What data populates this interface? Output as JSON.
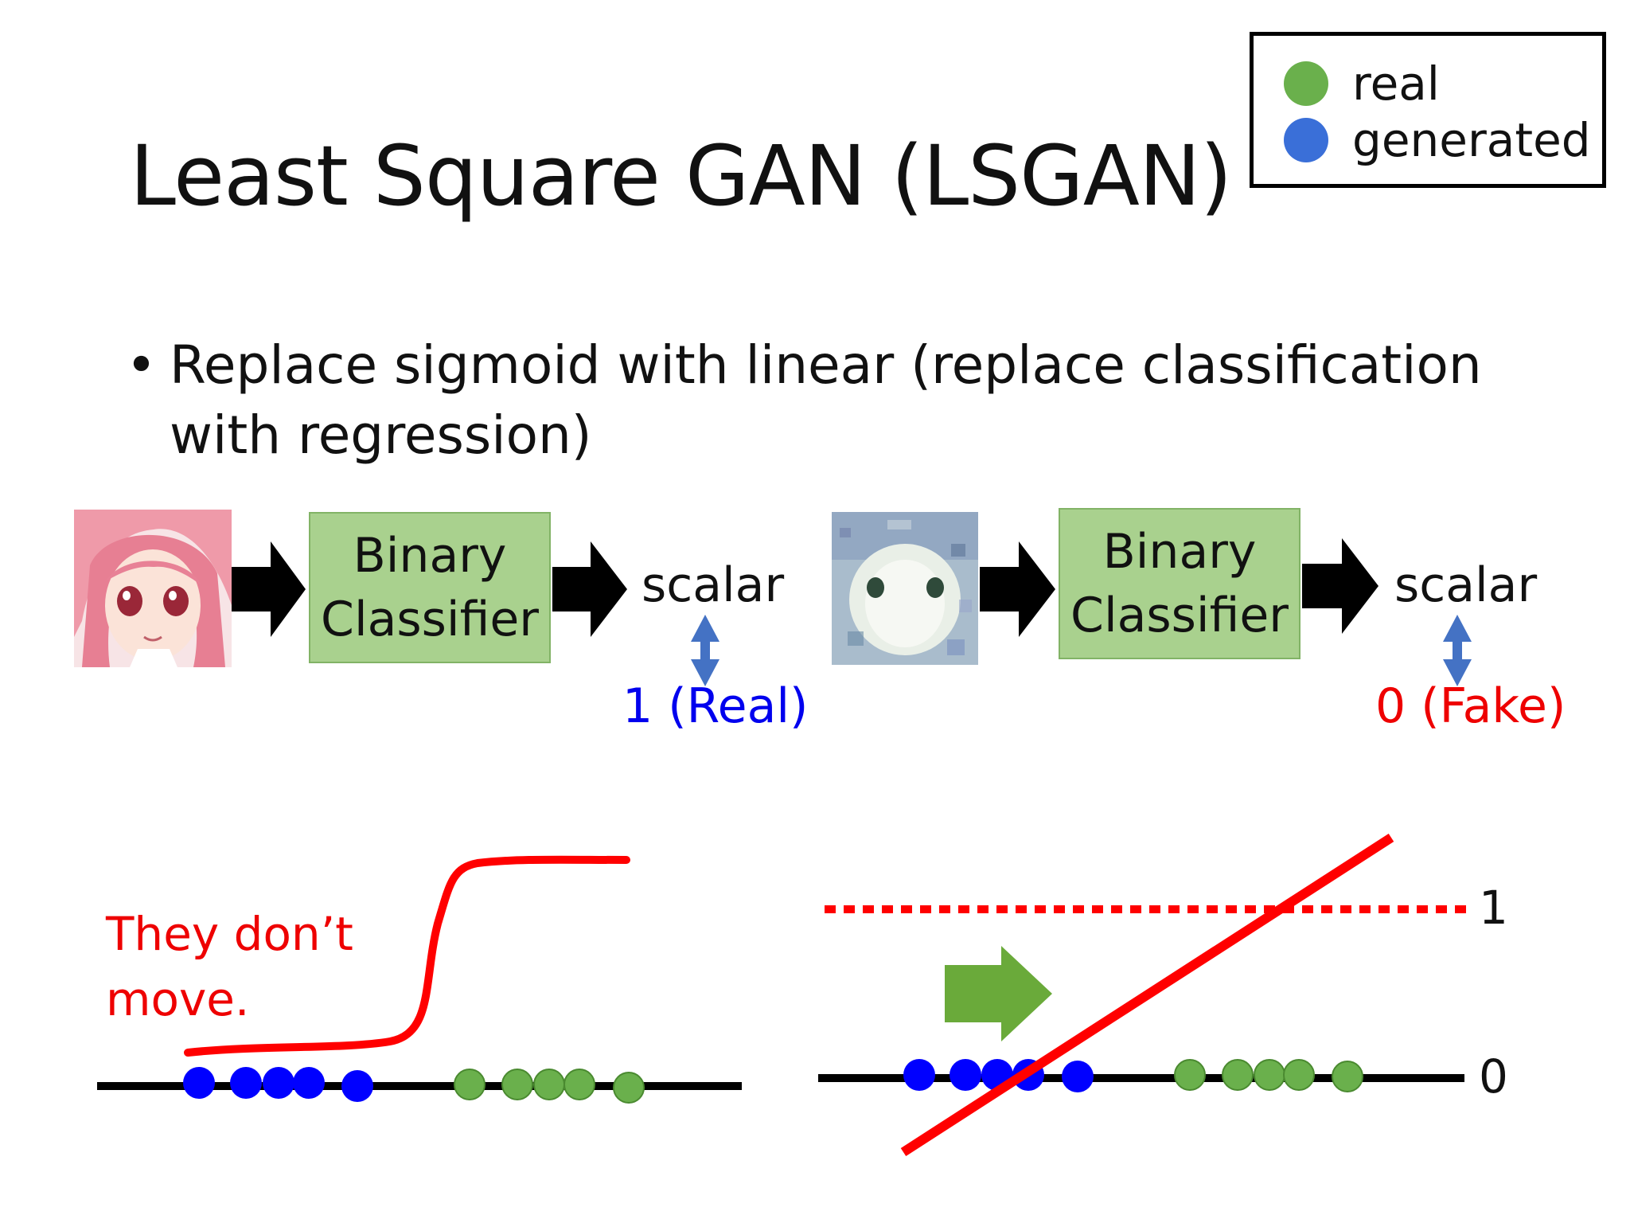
{
  "slide": {
    "title": "Least Square GAN (LSGAN)",
    "bullet": "Replace sigmoid with linear (replace classification with regression)",
    "bullet_line1": "Replace sigmoid with linear (replace classification",
    "bullet_line2": "with regression)"
  },
  "legend": {
    "items": [
      {
        "label": "real",
        "color": "#6ab04c"
      },
      {
        "label": "generated",
        "color": "#3a6fd8"
      }
    ]
  },
  "left_pipeline": {
    "classifier_line1": "Binary",
    "classifier_line2": "Classifier",
    "output": "scalar",
    "target": "1 (Real)",
    "target_color": "#0000ee"
  },
  "right_pipeline": {
    "classifier_line1": "Binary",
    "classifier_line2": "Classifier",
    "output": "scalar",
    "target": "0 (Fake)",
    "target_color": "#ee0000"
  },
  "left_plot": {
    "annotation_line1": "They don’t",
    "annotation_line2": "move."
  },
  "right_plot": {
    "tick_1": "1",
    "tick_0": "0"
  },
  "colors": {
    "classifier_fill": "#a9d18e",
    "real_point": "#6ab04c",
    "generated_point": "#0000ff",
    "curve": "#ff0000",
    "double_arrow": "#4472c4",
    "move_arrow": "#6aaa3a"
  }
}
